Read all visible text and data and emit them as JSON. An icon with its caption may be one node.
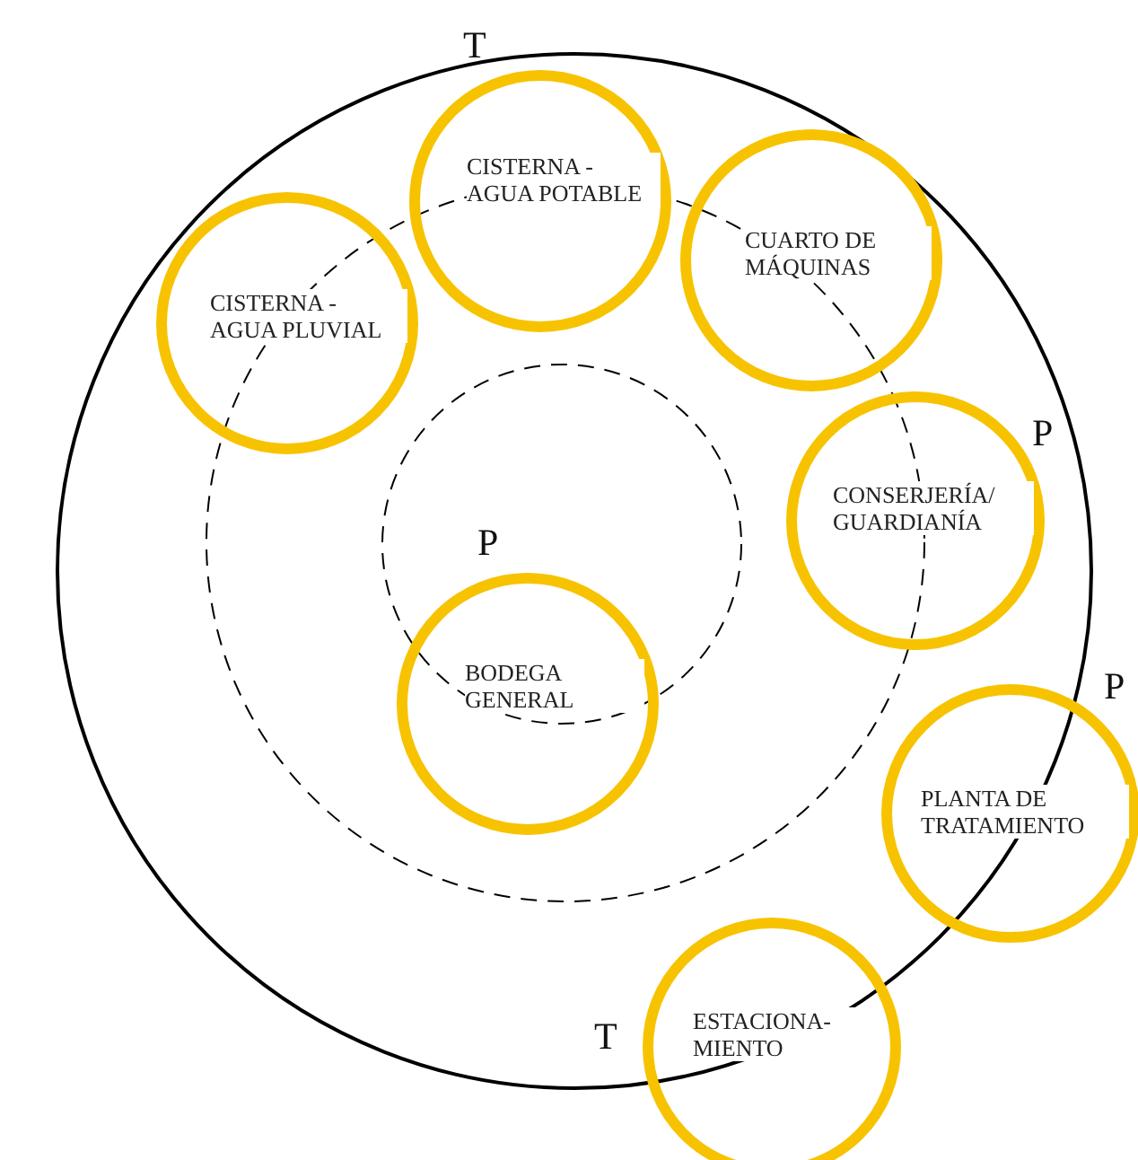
{
  "diagram": {
    "nodes": [
      {
        "text": [
          "CISTERNA - AGUA POTABLE"
        ]
      },
      {
        "text": [
          "CUARTO DE MÁQUINAS"
        ]
      },
      {
        "text": [
          "CISTERNA - AGUA PLUVIAL"
        ]
      },
      {
        "text": [
          "CONSERJERÍA/ GUARDIANÍA"
        ]
      },
      {
        "text": [
          "BODEGA GENERAL"
        ]
      },
      {
        "text": [
          "PLANTA DE TRATAMIENTO"
        ]
      },
      {
        "text": [
          "ESTACIONA- MIENTO"
        ]
      }
    ],
    "labels": [
      "T",
      "P",
      "P",
      "P",
      "T"
    ]
  }
}
